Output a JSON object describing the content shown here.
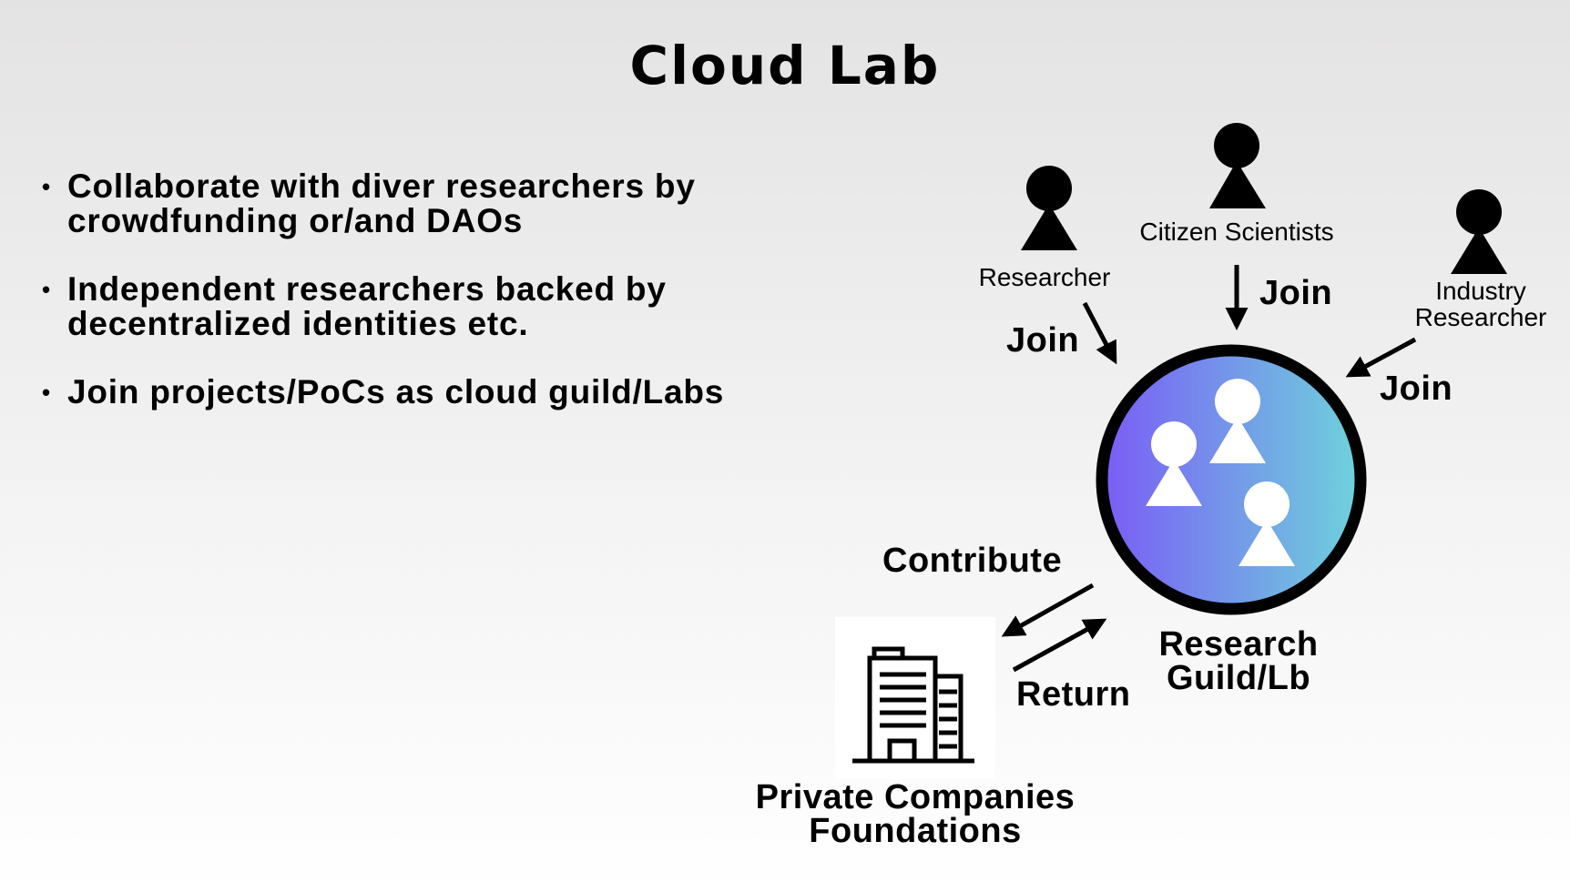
{
  "slide": {
    "title": "Cloud Lab",
    "bullets": [
      {
        "line1": "Collaborate with diver researchers by",
        "line2": "crowdfunding or/and DAOs"
      },
      {
        "line1": "Independent researchers backed by",
        "line2": "decentralized identities etc."
      },
      {
        "line1": "Join projects/PoCs as cloud guild/Labs",
        "line2": ""
      }
    ],
    "bullet_symbol": "•"
  },
  "diagram": {
    "roles": {
      "researcher": "Researcher",
      "citizen_scientists": "Citizen Scientists",
      "industry_researcher_line1": "Industry",
      "industry_researcher_line2": "Researcher"
    },
    "actions": {
      "join_researcher": "Join",
      "join_citizen": "Join",
      "join_industry": "Join",
      "contribute": "Contribute",
      "return": "Return"
    },
    "guild": {
      "line1": "Research",
      "line2": "Guild/Lb"
    },
    "companies": {
      "line1": "Private Companies",
      "line2": "Foundations"
    },
    "colors": {
      "guild_gradient_start": "#7a5cf6",
      "guild_gradient_end": "#6ed3dc",
      "guild_ring": "#000000",
      "person_dark": "#000000",
      "person_light": "#ffffff"
    },
    "icons": [
      "person-icon",
      "team-icon",
      "building-icon",
      "arrow-icon"
    ]
  }
}
